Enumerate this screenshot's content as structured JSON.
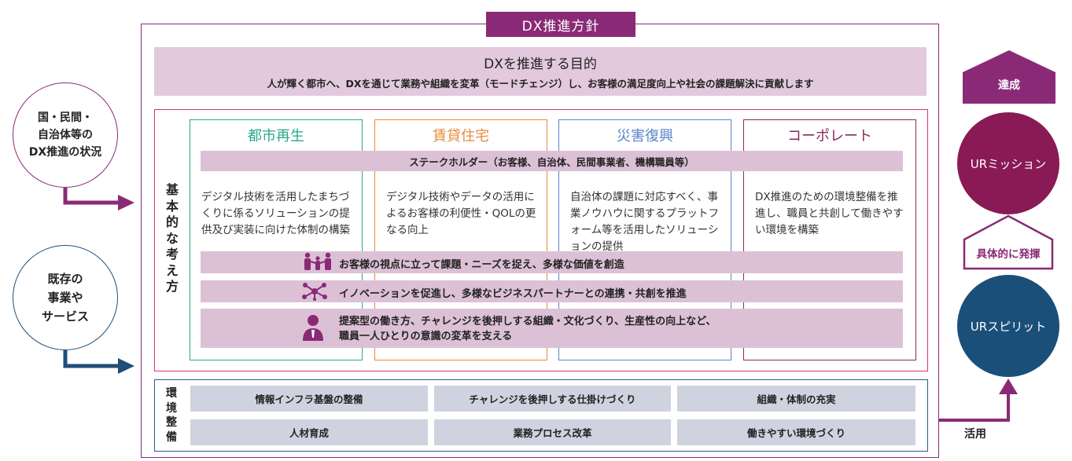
{
  "title": "DX推進方針",
  "purpose": {
    "heading": "DXを推進する目的",
    "text": "人が輝く都市へ、DXを通じて業務や組織を変革（モードチェンジ）し、お客様の満足度向上や社会の課題解決に貢献します"
  },
  "basic_approach": {
    "label_chars": [
      "基",
      "本",
      "的",
      "な",
      "考",
      "え",
      "方"
    ],
    "columns": [
      {
        "title": "都市再生",
        "color": "#2aa88a",
        "body": "デジタル技術を活用したまちづくりに係るソリューションの提供及び実装に向けた体制の構築"
      },
      {
        "title": "賃貸住宅",
        "color": "#e98a3a",
        "body": "デジタル技術やデータの活用によるお客様の利便性・QOLの更なる向上"
      },
      {
        "title": "災害復興",
        "color": "#5a86c8",
        "body": "自治体の課題に対応すべく、事業ノウハウに関するプラットフォーム等を活用したソリューションの提供"
      },
      {
        "title": "コーポレート",
        "color": "#8a2a5a",
        "body": "DX推進のための環境整備を推進し、職員と共創して働きやすい環境を構築"
      }
    ],
    "stakeholders": "ステークホルダー（お客様、自治体、民間事業者、機構職員等）",
    "values": [
      {
        "text": "お客様の視点に立って課題・ニーズを捉え、多様な価値を創造",
        "icon": "people-icon"
      },
      {
        "text": "イノベーションを促進し、多様なビジネスパートナーとの連携・共創を推進",
        "icon": "network-icon"
      },
      {
        "line1": "提案型の働き方、チャレンジを後押しする組織・文化づくり、生産性の向上など、",
        "line2": "職員一人ひとりの意識の変革を支える",
        "icon": "person-icon"
      }
    ]
  },
  "environment": {
    "label_chars": [
      "環",
      "境",
      "整",
      "備"
    ],
    "row1": [
      "情報インフラ基盤の整備",
      "チャレンジを後押しする仕掛けづくり",
      "組織・体制の充実"
    ],
    "row2": [
      "人材育成",
      "業務プロセス改革",
      "働きやすい環境づくり"
    ]
  },
  "left": {
    "circle1": [
      "国・民間・",
      "自治体等の",
      "DX推進の状況"
    ],
    "circle2": [
      "既存の",
      "事業や",
      "サービス"
    ]
  },
  "right": {
    "achieve": "達成",
    "mission": "URミッション",
    "express": "具体的に発揮",
    "spirit": "URスピリット",
    "use": "活用"
  },
  "colors": {
    "purple": "#8a2a76",
    "band": "#dcc1d6",
    "crimson": "#d8346e",
    "navy": "#1f4e79",
    "env_cell": "#cfd3df"
  }
}
